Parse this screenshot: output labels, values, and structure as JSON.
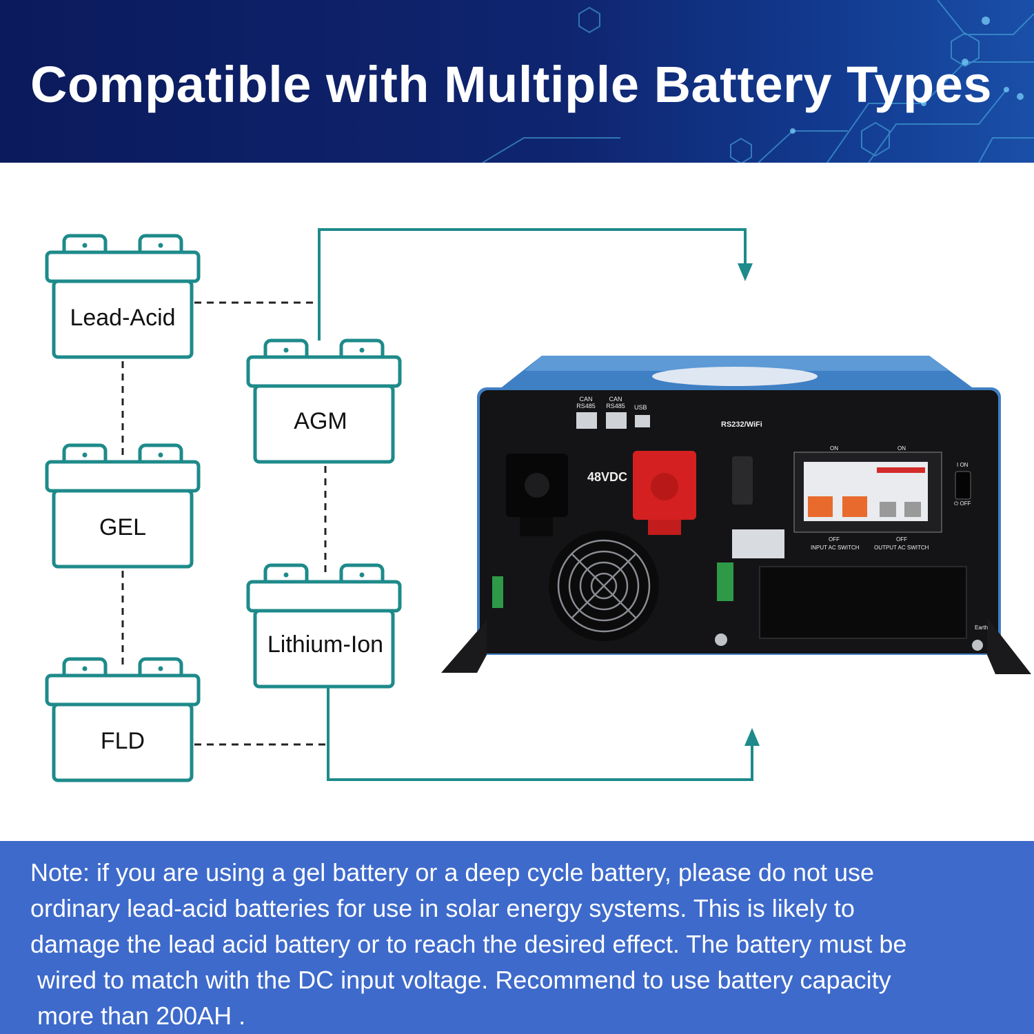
{
  "header": {
    "title": "Compatible with Multiple Battery Types"
  },
  "batteries": {
    "lead_acid": "Lead-Acid",
    "agm": "AGM",
    "gel": "GEL",
    "lithium_ion": "Lithium-Ion",
    "fld": "FLD"
  },
  "inverter": {
    "voltage_label": "48VDC",
    "port_can1": "CAN",
    "port_rs485_1": "RS485",
    "port_can2": "CAN",
    "port_rs485_2": "RS485",
    "port_usb": "USB",
    "rs232": "RS232/WiFi",
    "on1": "ON",
    "on2": "ON",
    "off1": "OFF",
    "off2": "OFF",
    "input_switch": "INPUT AC SWITCH",
    "output_switch": "OUTPUT AC SWITCH",
    "power_on": "I ON",
    "power_off": "⏻ OFF",
    "earth": "Earth"
  },
  "note": {
    "line1": "Note: if you are using a gel battery or a deep cycle battery, please do not use",
    "line2": "ordinary lead-acid batteries for use in solar energy systems. This is likely to",
    "line3": "damage the lead acid battery or to reach the desired effect. The battery must be",
    "line4": "wired to match with the DC input voltage. Recommend to use battery capacity",
    "line5": "more than 200AH ."
  },
  "colors": {
    "teal": "#1e8a8a",
    "header_bg": "#0f2570",
    "note_bg": "#3e6acb"
  }
}
